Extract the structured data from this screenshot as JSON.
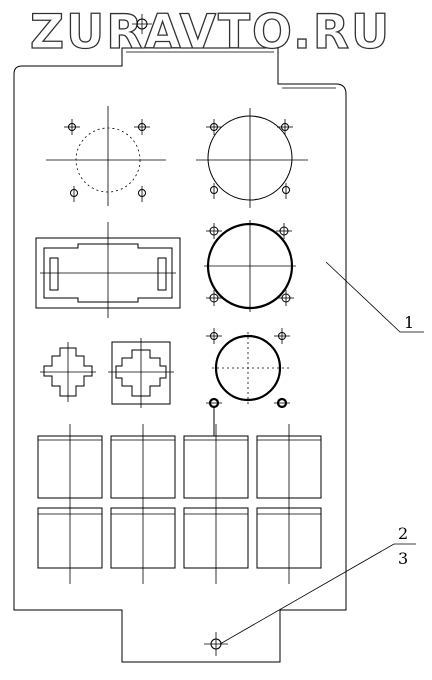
{
  "watermark": "ZURAVTO.RU",
  "callouts": {
    "part_1": "1",
    "part_2": "2",
    "part_3": "3"
  }
}
